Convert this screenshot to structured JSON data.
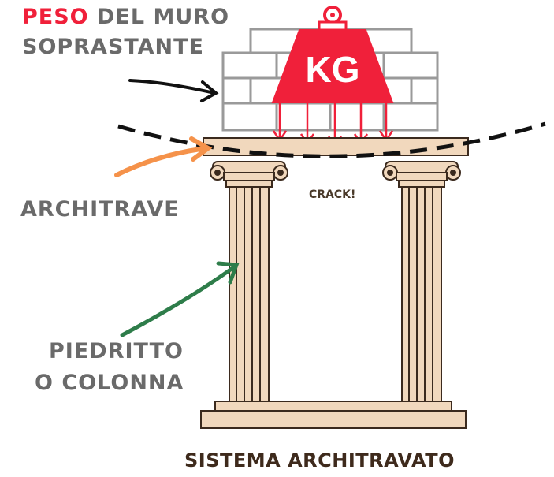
{
  "title": {
    "accent_word": "PESO",
    "rest_line1": " DEL MURO",
    "line2": "SOPRASTANTE"
  },
  "weight": {
    "label": "KG"
  },
  "labels": {
    "architrave": "ARCHITRAVE",
    "pier_line1": "PIEDRITTO",
    "pier_line2": "O COLONNA",
    "crack": "CRACK!"
  },
  "caption": "SISTEMA ARCHITRAVATO",
  "colors": {
    "accent_red": "#f0203a",
    "label_gray": "#6a6a6a",
    "brick_outline": "#9a9a9a",
    "stone_fill": "#f1d8bd",
    "stone_outline": "#3b2a1e",
    "arrow_black": "#111111",
    "arrow_orange": "#f5924a",
    "arrow_green": "#2e7d4a"
  },
  "icons": {
    "weight": "weight-kg-icon",
    "load_arrows": "down-arrow-icon",
    "pointer_arrows": "curved-arrow-icon"
  }
}
